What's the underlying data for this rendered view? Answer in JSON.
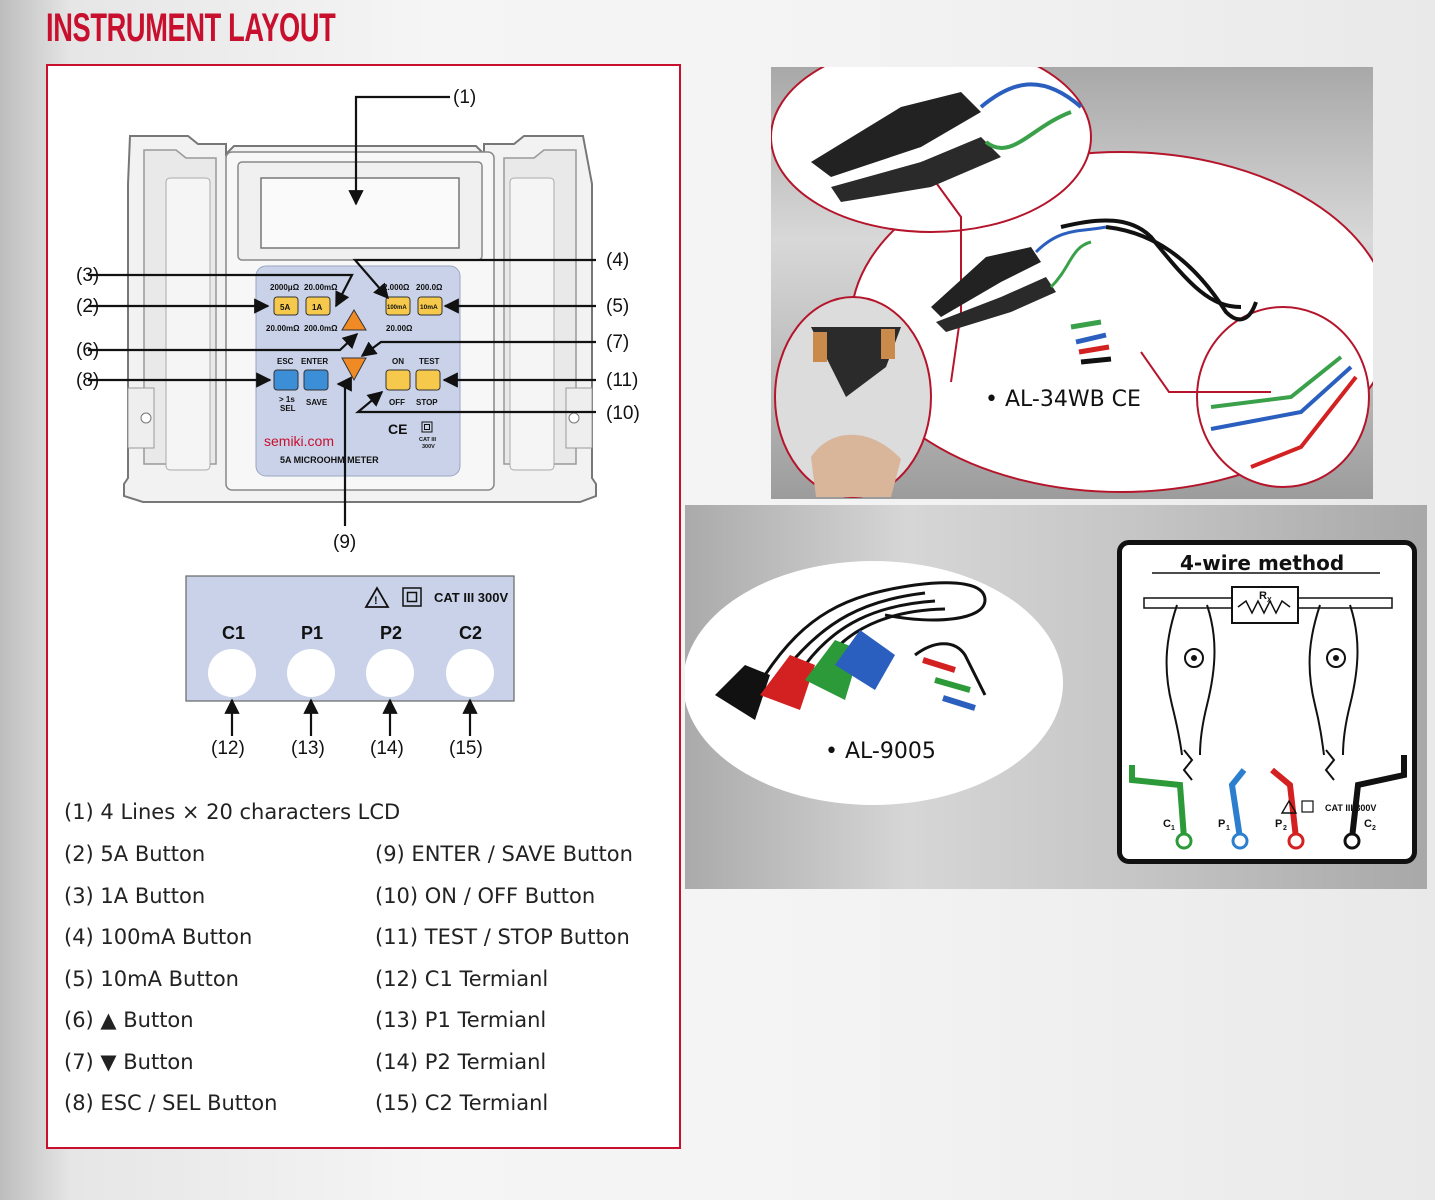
{
  "heading": "INSTRUMENT LAYOUT",
  "diagram": {
    "callouts": {
      "c1": "(1)",
      "c2": "(2)",
      "c3": "(3)",
      "c4": "(4)",
      "c5": "(5)",
      "c6": "(6)",
      "c7": "(7)",
      "c8": "(8)",
      "c9": "(9)",
      "c10": "(10)",
      "c11": "(11)"
    },
    "range_labels": {
      "r_2000u": "2000μΩ",
      "r_20m_top": "20.00mΩ",
      "r_2": "2.000Ω",
      "r_200": "200.0Ω",
      "r_20m_bot": "20.00mΩ",
      "r_200m": "200.0mΩ",
      "r_20": "20.00Ω"
    },
    "buttons": {
      "b5a": "5A",
      "b1a": "1A",
      "b100ma": "100mA",
      "b10ma": "10mA"
    },
    "keys": {
      "esc": "ESC",
      "enter": "ENTER",
      "on": "ON",
      "test": "TEST",
      "gt1s": "> 1s",
      "sel": "SEL",
      "save": "SAVE",
      "off": "OFF",
      "stop": "STOP"
    },
    "marks": {
      "ce": "CE",
      "cat1": "CAT III",
      "cat2": "300V"
    },
    "brand": "semiki.com",
    "model": "5A MICROOHM METER"
  },
  "terminals": {
    "cat_label": "CAT III 300V",
    "names": [
      "C1",
      "P1",
      "P2",
      "C2"
    ],
    "callouts": [
      "(12)",
      "(13)",
      "(14)",
      "(15)"
    ]
  },
  "legend": {
    "full": "(1) 4 Lines × 20 characters LCD",
    "left": [
      "(2) 5A Button",
      "(3) 1A Button",
      "(4) 100mA Button",
      "(5) 10mA Button",
      "(6) ▲ Button",
      "(7) ▼ Button",
      "(8) ESC / SEL Button"
    ],
    "right": [
      "(9) ENTER / SAVE Button",
      "(10) ON / OFF Button",
      "(11) TEST / STOP Button",
      "(12) C1 Termianl",
      "(13) P1 Termianl",
      "(14) P2 Termianl",
      "(15) C2 Termianl"
    ]
  },
  "products": {
    "p1": "• AL-34WB CE",
    "p2": "• AL-9005"
  },
  "wire_method": {
    "title": "4-wire method",
    "rx": "R",
    "rx_sub": "X",
    "cat": "CAT III 300V",
    "c1": "C",
    "c1_sub": "1",
    "p1": "P",
    "p1_sub": "1",
    "p2": "P",
    "p2_sub": "2",
    "c2": "C",
    "c2_sub": "2"
  },
  "colors": {
    "accent_red": "#c8102e",
    "button_yellow": "#f6c84c",
    "button_orange": "#f08a24",
    "button_blue": "#3c8ed6",
    "wire_green": "#2d9a3a",
    "wire_blue": "#2b7fce",
    "wire_red": "#d32020",
    "wire_black": "#111111"
  }
}
